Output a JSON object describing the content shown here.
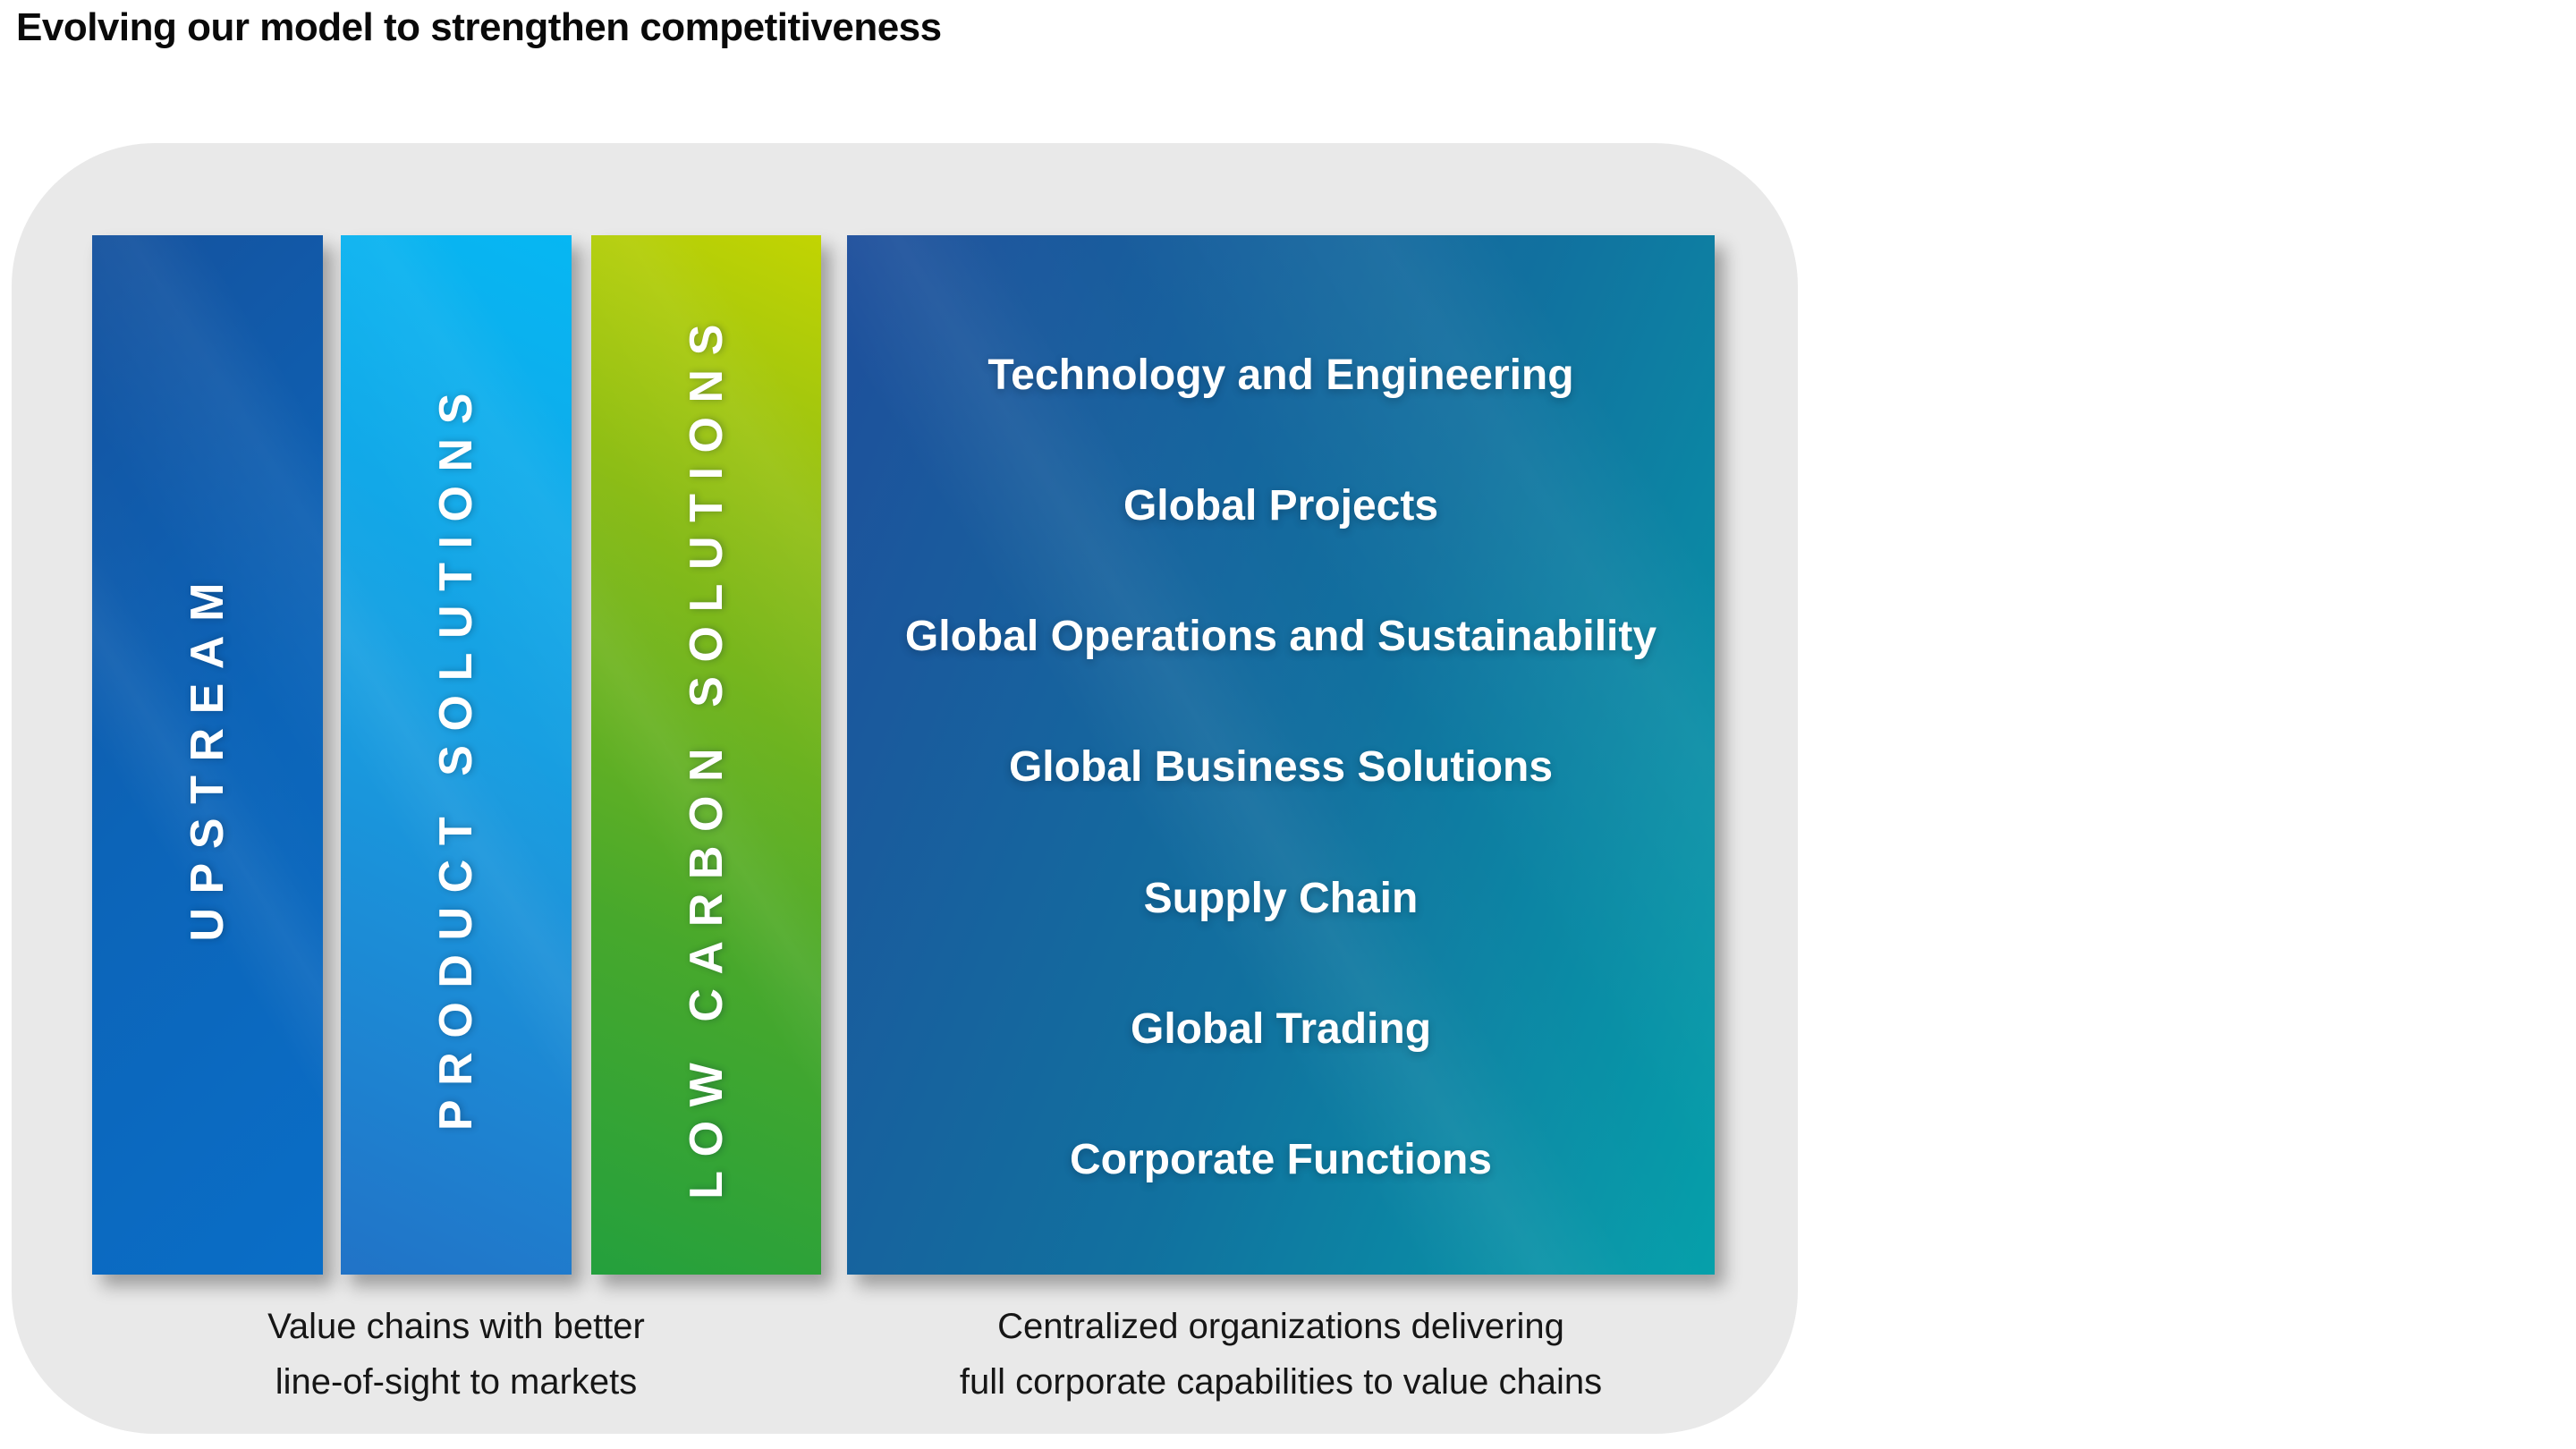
{
  "title": "Evolving our model to strengthen competitiveness",
  "value_chains": {
    "bars": [
      {
        "label": "UPSTREAM"
      },
      {
        "label": "PRODUCT SOLUTIONS"
      },
      {
        "label": "LOW CARBON SOLUTIONS"
      }
    ],
    "caption_lines": [
      "Value chains with better",
      "line-of-sight to markets"
    ]
  },
  "centralized": {
    "items": [
      "Technology and Engineering",
      "Global Projects",
      "Global Operations and Sustainability",
      "Global Business Solutions",
      "Supply Chain",
      "Global Trading",
      "Corporate Functions"
    ],
    "caption_lines": [
      "Centralized organizations delivering",
      "full corporate capabilities to value chains"
    ]
  },
  "colors": {
    "page-bg": "#ffffff",
    "container-bg": "#e9e9e9",
    "bar-upstream-start": "#15529e",
    "bar-upstream-end": "#0a6ec7",
    "bar-product-start": "#06b7f3",
    "bar-product-end": "#2173c7",
    "bar-lowcarbon-start": "#c2d402",
    "bar-lowcarbon-end": "#24a03d",
    "panel-start": "#1e4f9c",
    "panel-end": "#05a0aa",
    "label-text": "#ffffff",
    "title-text": "#0a0a0a",
    "caption-text": "#161616"
  }
}
